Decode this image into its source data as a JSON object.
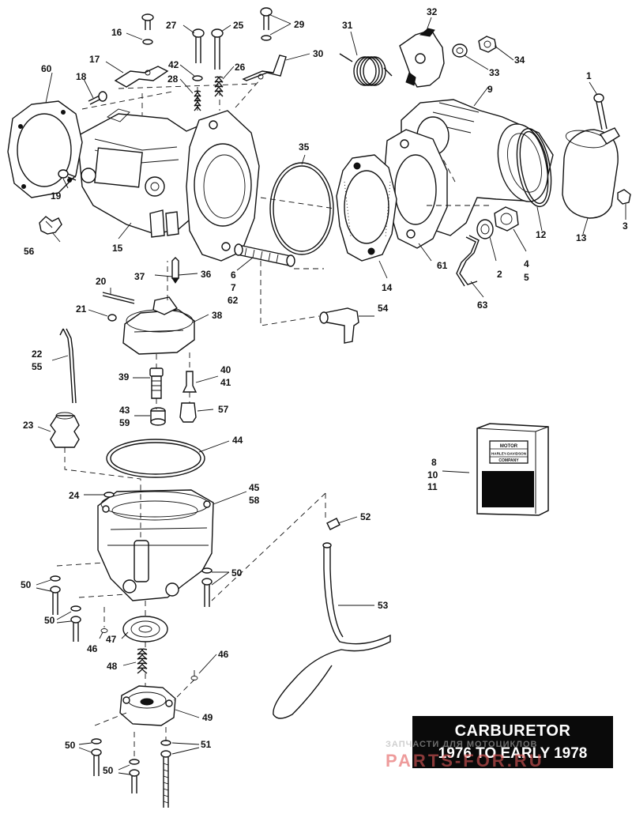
{
  "diagram": {
    "title_line1": "CARBURETOR",
    "title_line2": "1976 TO EARLY 1978",
    "watermark_line1": "ЗАПЧАСТИ ДЛЯ МОТОЦИКЛОВ",
    "watermark_line2": "PARTS-FOR.RU",
    "kit_box_logo_top": "MOTOR",
    "kit_box_logo_mid": "HARLEY-DAVIDSON",
    "kit_box_logo_bot": "COMPANY",
    "callouts": [
      {
        "id": "c1",
        "text": "1"
      },
      {
        "id": "c2",
        "text": "2"
      },
      {
        "id": "c3",
        "text": "3"
      },
      {
        "id": "c4",
        "text": "4"
      },
      {
        "id": "c5",
        "text": "5"
      },
      {
        "id": "c6",
        "text": "6"
      },
      {
        "id": "c7",
        "text": "7"
      },
      {
        "id": "c62",
        "text": "62"
      },
      {
        "id": "c8",
        "text": "8"
      },
      {
        "id": "c10",
        "text": "10"
      },
      {
        "id": "c11",
        "text": "11"
      },
      {
        "id": "c9",
        "text": "9"
      },
      {
        "id": "c12",
        "text": "12"
      },
      {
        "id": "c13",
        "text": "13"
      },
      {
        "id": "c14",
        "text": "14"
      },
      {
        "id": "c15",
        "text": "15"
      },
      {
        "id": "c16",
        "text": "16"
      },
      {
        "id": "c17",
        "text": "17"
      },
      {
        "id": "c18",
        "text": "18"
      },
      {
        "id": "c19",
        "text": "19"
      },
      {
        "id": "c20",
        "text": "20"
      },
      {
        "id": "c21",
        "text": "21"
      },
      {
        "id": "c22",
        "text": "22"
      },
      {
        "id": "c55",
        "text": "55"
      },
      {
        "id": "c23",
        "text": "23"
      },
      {
        "id": "c24",
        "text": "24"
      },
      {
        "id": "c25",
        "text": "25"
      },
      {
        "id": "c26",
        "text": "26"
      },
      {
        "id": "c27",
        "text": "27"
      },
      {
        "id": "c28",
        "text": "28"
      },
      {
        "id": "c29",
        "text": "29"
      },
      {
        "id": "c30",
        "text": "30"
      },
      {
        "id": "c31",
        "text": "31"
      },
      {
        "id": "c32",
        "text": "32"
      },
      {
        "id": "c33",
        "text": "33"
      },
      {
        "id": "c34",
        "text": "34"
      },
      {
        "id": "c35",
        "text": "35"
      },
      {
        "id": "c36",
        "text": "36"
      },
      {
        "id": "c37",
        "text": "37"
      },
      {
        "id": "c38",
        "text": "38"
      },
      {
        "id": "c39",
        "text": "39"
      },
      {
        "id": "c40",
        "text": "40"
      },
      {
        "id": "c41",
        "text": "41"
      },
      {
        "id": "c42",
        "text": "42"
      },
      {
        "id": "c43",
        "text": "43"
      },
      {
        "id": "c59",
        "text": "59"
      },
      {
        "id": "c44",
        "text": "44"
      },
      {
        "id": "c45",
        "text": "45"
      },
      {
        "id": "c58",
        "text": "58"
      },
      {
        "id": "c46a",
        "text": "46"
      },
      {
        "id": "c46b",
        "text": "46"
      },
      {
        "id": "c47",
        "text": "47"
      },
      {
        "id": "c48",
        "text": "48"
      },
      {
        "id": "c49",
        "text": "49"
      },
      {
        "id": "c50a",
        "text": "50"
      },
      {
        "id": "c50b",
        "text": "50"
      },
      {
        "id": "c50c",
        "text": "50"
      },
      {
        "id": "c50d",
        "text": "50"
      },
      {
        "id": "c50e",
        "text": "50"
      },
      {
        "id": "c51",
        "text": "51"
      },
      {
        "id": "c52",
        "text": "52"
      },
      {
        "id": "c53",
        "text": "53"
      },
      {
        "id": "c54",
        "text": "54"
      },
      {
        "id": "c56",
        "text": "56"
      },
      {
        "id": "c57",
        "text": "57"
      },
      {
        "id": "c60",
        "text": "60"
      },
      {
        "id": "c61",
        "text": "61"
      },
      {
        "id": "c63",
        "text": "63"
      }
    ]
  }
}
